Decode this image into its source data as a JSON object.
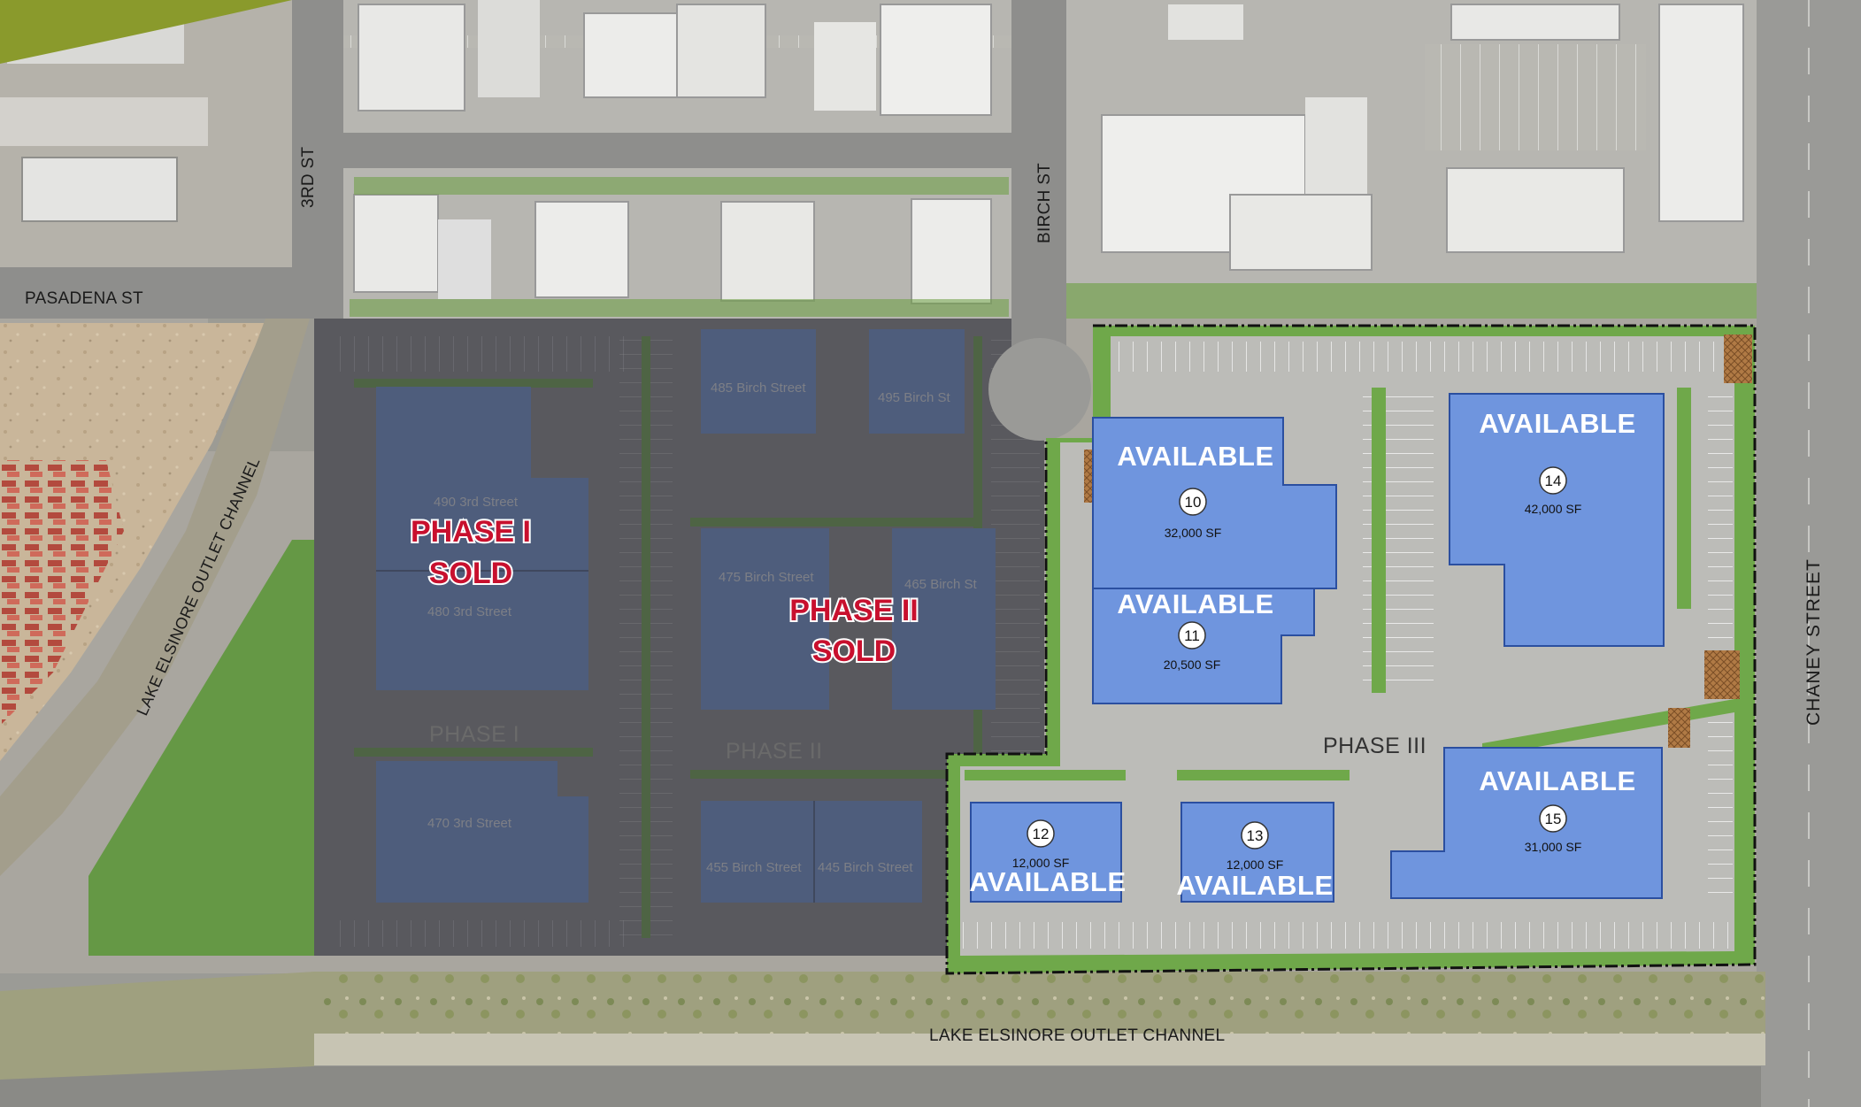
{
  "streets": {
    "third_st": "3RD ST",
    "pasadena_st": "PASADENA ST",
    "birch_st": "BIRCH ST",
    "chaney_street": "CHANEY STREET",
    "outlet_channel_left": "LAKE ELSINORE OUTLET CHANNEL",
    "outlet_channel_bottom": "LAKE ELSINORE OUTLET CHANNEL"
  },
  "phases": {
    "phase1": {
      "label": "PHASE I",
      "status_line1": "PHASE I",
      "status_line2": "SOLD"
    },
    "phase2": {
      "label": "PHASE II",
      "status_line1": "PHASE II",
      "status_line2": "SOLD"
    },
    "phase3": {
      "label": "PHASE III"
    }
  },
  "sold_buildings": [
    {
      "address": "490 3rd Street"
    },
    {
      "address": "480 3rd Street"
    },
    {
      "address": "470 3rd Street"
    },
    {
      "address": "485 Birch Street"
    },
    {
      "address": "495 Birch St"
    },
    {
      "address": "475 Birch Street"
    },
    {
      "address": "465 Birch St"
    },
    {
      "address": "455 Birch Street"
    },
    {
      "address": "445 Birch Street"
    }
  ],
  "available_buildings": [
    {
      "lot": "10",
      "size": "32,000 SF",
      "status": "AVAILABLE"
    },
    {
      "lot": "11",
      "size": "20,500 SF",
      "status": "AVAILABLE"
    },
    {
      "lot": "12",
      "size": "12,000 SF",
      "status": "AVAILABLE"
    },
    {
      "lot": "13",
      "size": "12,000 SF",
      "status": "AVAILABLE"
    },
    {
      "lot": "14",
      "size": "42,000 SF",
      "status": "AVAILABLE"
    },
    {
      "lot": "15",
      "size": "31,000 SF",
      "status": "AVAILABLE"
    }
  ],
  "colors": {
    "available_fill": "#6f95de",
    "sold_overlay": "#4d4d52",
    "sold_text": "#c8102e",
    "landscape": "#6fa84a",
    "brand_accent": "#8a9a2c"
  }
}
